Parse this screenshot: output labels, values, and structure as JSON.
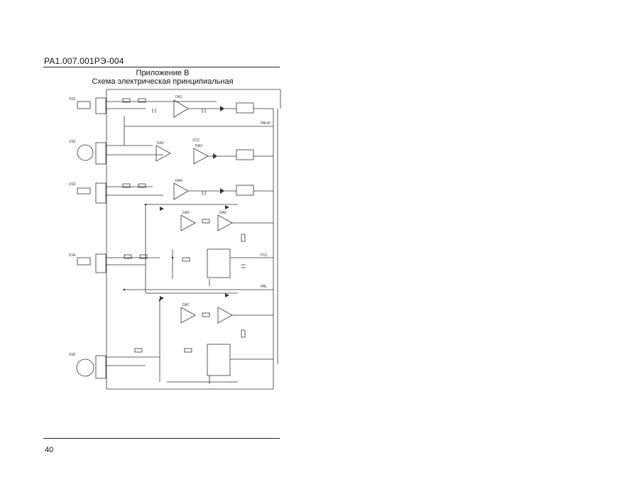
{
  "header": {
    "doc_code": "РА1.007.001РЭ-004"
  },
  "title": {
    "line1": "Приложение В",
    "line2": "Схема электрическая принципиальная"
  },
  "schematic": {
    "connectors": [
      "XS1",
      "XS2",
      "XS3",
      "XS4",
      "XS5"
    ],
    "opamps": [
      "DA1",
      "DA2",
      "DA3",
      "DA4",
      "DA5",
      "DA6",
      "DA7"
    ],
    "vcc_label": "VCC",
    "outputs": [
      "PALM",
      "PV1",
      "PAL"
    ]
  },
  "footer": {
    "page_number": "40"
  }
}
